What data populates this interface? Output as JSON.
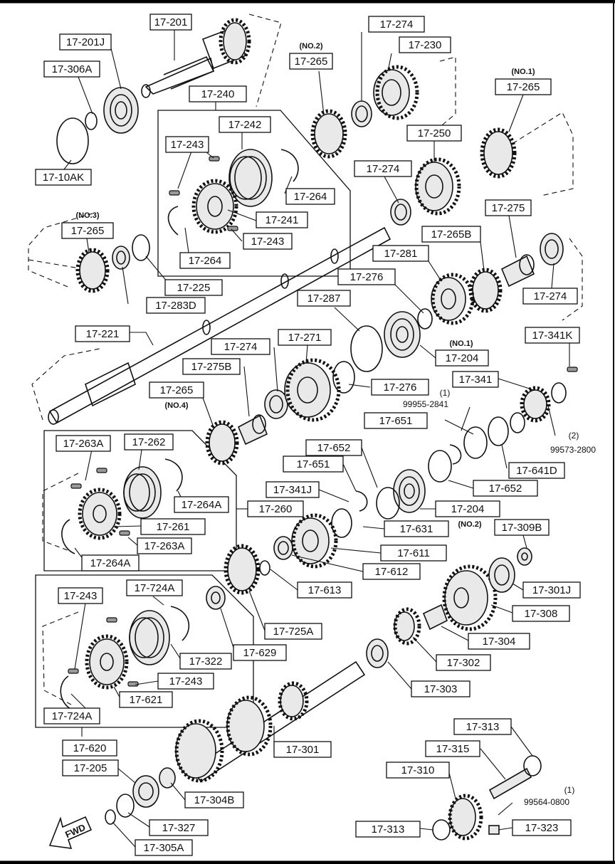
{
  "labels": {
    "l_17_201": "17-201",
    "l_17_201j": "17-201J",
    "l_17_306a": "17-306A",
    "l_17_10ak": "17-10AK",
    "l_17_240": "17-240",
    "l_17_242": "17-242",
    "l_17_243a": "17-243",
    "l_17_243b": "17-243",
    "l_17_264a": "17-264",
    "l_17_264b": "17-264",
    "l_17_241": "17-241",
    "l_17_265_no2": "17-265",
    "l_17_274a": "17-274",
    "l_17_230": "17-230",
    "l_17_265_no1": "17-265",
    "l_17_250": "17-250",
    "l_17_274b": "17-274",
    "l_17_275": "17-275",
    "l_17_265b": "17-265B",
    "l_17_274c": "17-274",
    "l_17_265_no3": "17-265",
    "l_17_225": "17-225",
    "l_17_283d": "17-283D",
    "l_17_221": "17-221",
    "l_17_281": "17-281",
    "l_17_276a": "17-276",
    "l_17_287": "17-287",
    "l_17_204a": "17-204",
    "l_17_341k": "17-341K",
    "l_17_274d": "17-274",
    "l_17_271": "17-271",
    "l_17_275b": "17-275B",
    "l_17_276b": "17-276",
    "l_17_265_no4": "17-265",
    "l_17_341": "17-341",
    "l_17_651a": "17-651",
    "l_17_641d": "17-641D",
    "l_17_263a_1": "17-263A",
    "l_17_262": "17-262",
    "l_17_652a": "17-652",
    "l_17_651b": "17-651",
    "l_17_652b": "17-652",
    "l_17_341j": "17-341J",
    "l_17_264a_1": "17-264A",
    "l_17_260": "17-260",
    "l_17_204b": "17-204",
    "l_17_261": "17-261",
    "l_17_631": "17-631",
    "l_17_263a_2": "17-263A",
    "l_17_264a_2": "17-264A",
    "l_17_309b": "17-309B",
    "l_17_611": "17-611",
    "l_17_612": "17-612",
    "l_17_301j": "17-301J",
    "l_17_613": "17-613",
    "l_17_243c": "17-243",
    "l_17_724a_1": "17-724A",
    "l_17_725a": "17-725A",
    "l_17_308": "17-308",
    "l_17_629": "17-629",
    "l_17_304": "17-304",
    "l_17_322": "17-322",
    "l_17_302": "17-302",
    "l_17_243d": "17-243",
    "l_17_621": "17-621",
    "l_17_303": "17-303",
    "l_17_724a_2": "17-724A",
    "l_17_313a": "17-313",
    "l_17_620": "17-620",
    "l_17_301": "17-301",
    "l_17_315": "17-315",
    "l_17_205": "17-205",
    "l_17_310": "17-310",
    "l_17_304b": "17-304B",
    "l_17_327": "17-327",
    "l_17_313b": "17-313",
    "l_17_323": "17-323",
    "l_17_305a": "17-305A"
  },
  "notes": {
    "no2": "(NO.2)",
    "no1_top": "(NO.1)",
    "no3": "(NO.3)",
    "no1_mid": "(NO.1)",
    "no4": "(NO.4)",
    "no2_mid": "(NO.2)",
    "q1_a": "(1)",
    "p_99955": "99955-2841",
    "q2": "(2)",
    "p_99573": "99573-2800",
    "q1_b": "(1)",
    "p_99564": "99564-0800"
  },
  "fwd_arrow": {
    "text": "FWD"
  }
}
